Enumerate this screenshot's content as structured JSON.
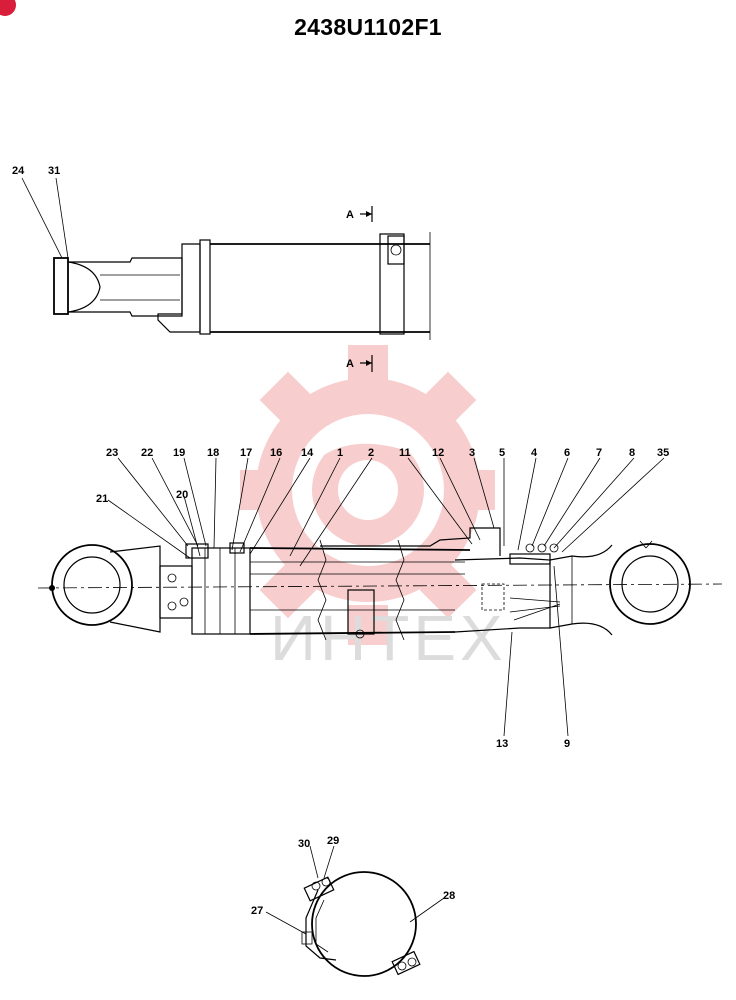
{
  "title": "2438U1102F1",
  "section_marker": "A",
  "watermark_text": "ИНТЕХ",
  "colors": {
    "watermark": "#f2a6a6",
    "badge": "#d81e3a",
    "line": "#000000"
  },
  "top_view_labels": [
    "24",
    "31"
  ],
  "main_view_labels": {
    "top": [
      "23",
      "22",
      "19",
      "18",
      "17",
      "16",
      "14",
      "1",
      "2",
      "11",
      "12",
      "3",
      "5",
      "4",
      "6",
      "7",
      "8",
      "35"
    ],
    "left": [
      "21",
      "20"
    ],
    "bottom": [
      "13",
      "9"
    ]
  },
  "clamp_view_labels": [
    "30",
    "29",
    "27",
    "28"
  ]
}
